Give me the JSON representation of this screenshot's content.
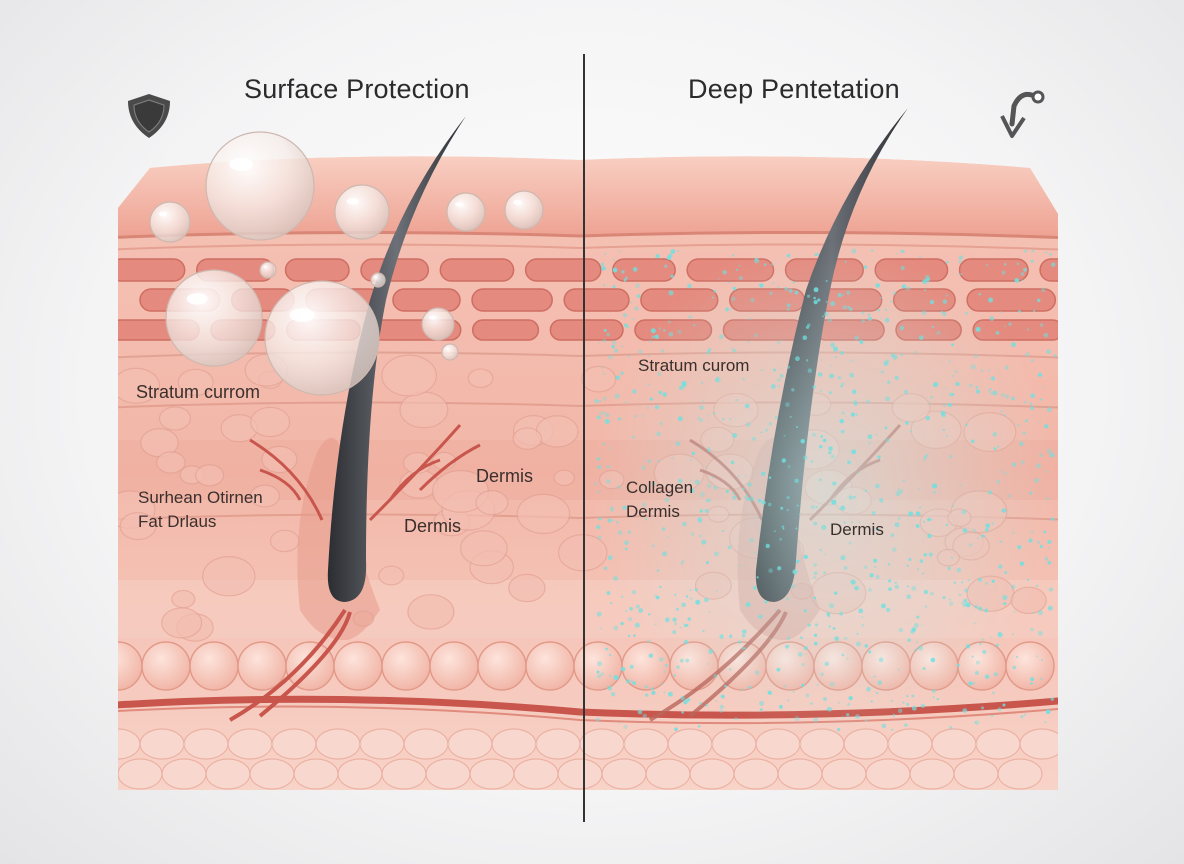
{
  "left_panel": {
    "title": "Surface Protection",
    "labels": {
      "stratum": "Stratum currom",
      "surface_line1": "Surhean Otirnen",
      "surface_line2": "Fat Drlaus",
      "dermis_upper": "Dermis",
      "dermis_center": "Dermis"
    },
    "icon": "shield-icon"
  },
  "right_panel": {
    "title": "Deep Pentetation",
    "labels": {
      "stratum": "Stratum curom",
      "collagen_line1": "Collagen",
      "collagen_line2": "Dermis",
      "dermis": "Dermis"
    },
    "icon": "curved-arrow-down-icon"
  },
  "colors": {
    "skin_top": "#f3b5a6",
    "skin_layer": "#eeb3a5",
    "cell": "#e88c80",
    "fat": "#f6c9bd",
    "hair": "#3a3d42",
    "vessel": "#c9564c",
    "particles": "#6fe0e0",
    "divider": "#333333"
  }
}
